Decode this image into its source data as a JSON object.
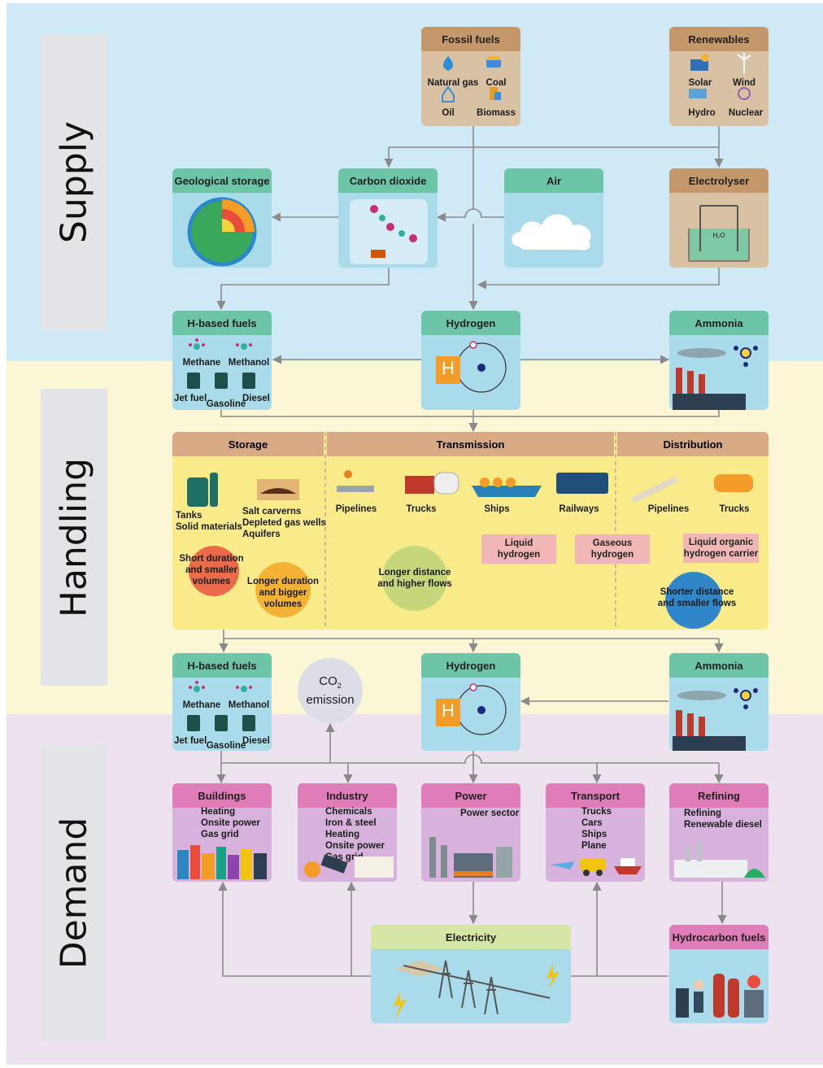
{
  "sections": {
    "supply": "Supply",
    "handling": "Handling",
    "demand": "Demand"
  },
  "fossil": {
    "title": "Fossil fuels",
    "natural_gas": "Natural gas",
    "coal": "Coal",
    "oil": "Oil",
    "biomass": "Biomass"
  },
  "renewables": {
    "title": "Renewables",
    "solar": "Solar",
    "wind": "Wind",
    "hydro": "Hydro",
    "nuclear": "Nuclear"
  },
  "geo_storage": {
    "title": "Geological storage"
  },
  "co2": {
    "title": "Carbon dioxide"
  },
  "air": {
    "title": "Air"
  },
  "electrolyser": {
    "title": "Electrolyser",
    "water": "H₂O"
  },
  "hfuels_top": {
    "title": "H-based fuels",
    "methane": "Methane",
    "methanol": "Methanol",
    "jet": "Jet fuel",
    "gasoline": "Gasoline",
    "diesel": "Diesel"
  },
  "hydrogen_top": {
    "title": "Hydrogen",
    "symbol": "H"
  },
  "ammonia_top": {
    "title": "Ammonia"
  },
  "handling": {
    "storage_title": "Storage",
    "transmission_title": "Transmission",
    "distribution_title": "Distribution",
    "tanks": "Tanks",
    "solid": "Solid materials",
    "salt": "Salt carverns",
    "depleted": "Depleted gas wells",
    "aquifers": "Aquifers",
    "short_l1": "Short duration",
    "short_l2": "and smaller",
    "short_l3": "volumes",
    "longer_l1": "Longer duration",
    "longer_l2": "and bigger",
    "longer_l3": "volumes",
    "t_pipelines": "Pipelines",
    "t_trucks": "Trucks",
    "t_ships": "Ships",
    "t_railways": "Railways",
    "liquid_l1": "Liquid",
    "liquid_l2": "hydrogen",
    "gaseous_l1": "Gaseous",
    "gaseous_l2": "hydrogen",
    "longdist_l1": "Longer distance",
    "longdist_l2": "and higher flows",
    "d_pipelines": "Pipelines",
    "d_trucks": "Trucks",
    "lohc_l1": "Liquid organic",
    "lohc_l2": "hydrogen carrier",
    "shortdist_l1": "Shorter distance",
    "shortdist_l2": "and smaller flows"
  },
  "hfuels_bot": {
    "title": "H-based fuels",
    "methane": "Methane",
    "methanol": "Methanol",
    "jet": "Jet fuel",
    "gasoline": "Gasoline",
    "diesel": "Diesel"
  },
  "co2_emission": {
    "l1": "CO",
    "sub": "2",
    "l2": "emission"
  },
  "hydrogen_bot": {
    "title": "Hydrogen",
    "symbol": "H"
  },
  "ammonia_bot": {
    "title": "Ammonia"
  },
  "buildings": {
    "title": "Buildings",
    "l1": "Heating",
    "l2": "Onsite power",
    "l3": "Gas grid"
  },
  "industry": {
    "title": "Industry",
    "l1": "Chemicals",
    "l2": "Iron & steel",
    "l3": "Heating",
    "l4": "Onsite power",
    "l5": "Gas grid"
  },
  "power": {
    "title": "Power",
    "l1": "Power sector"
  },
  "transport": {
    "title": "Transport",
    "l1": "Trucks",
    "l2": "Cars",
    "l3": "Ships",
    "l4": "Plane"
  },
  "refining": {
    "title": "Refining",
    "l1": "Refining",
    "l2": "Renewable diesel"
  },
  "electricity": {
    "title": "Electricity"
  },
  "hydrocarbon": {
    "title": "Hydrocarbon fuels"
  },
  "colors": {
    "supply_bg": "#cfe9f6",
    "handling_bg": "#fbf6d5",
    "demand_bg": "#ece3ef",
    "arrow": "#8a8a8a",
    "yellow_panel": "#f9eb8a",
    "handling_header": "#d8aa86"
  }
}
